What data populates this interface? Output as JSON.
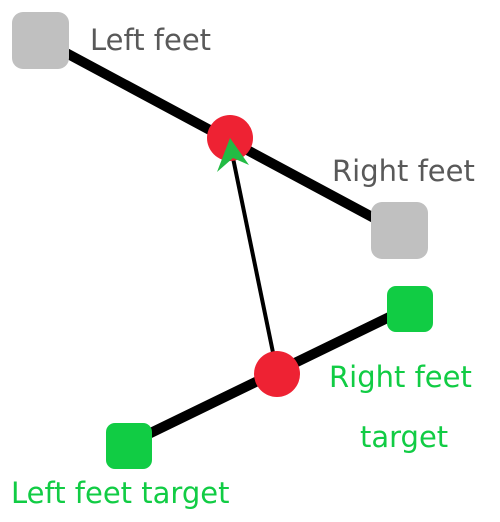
{
  "labels": {
    "left_feet": "Left feet",
    "right_feet": "Right feet",
    "right_feet_target_line1": "Right feet",
    "right_feet_target_line2": "target",
    "left_feet_target": "Left feet target"
  },
  "colors": {
    "current_foot": "#c0c0c0",
    "target_foot": "#11cc44",
    "midpoint": "#ee2233",
    "line": "#000000",
    "arrowhead": "#22bb44",
    "current_label": "#595959",
    "target_label": "#11cc44"
  },
  "icons": {
    "current_foot": "rounded-square",
    "target_foot": "rounded-square",
    "midpoint": "circle",
    "movement": "arrow"
  }
}
